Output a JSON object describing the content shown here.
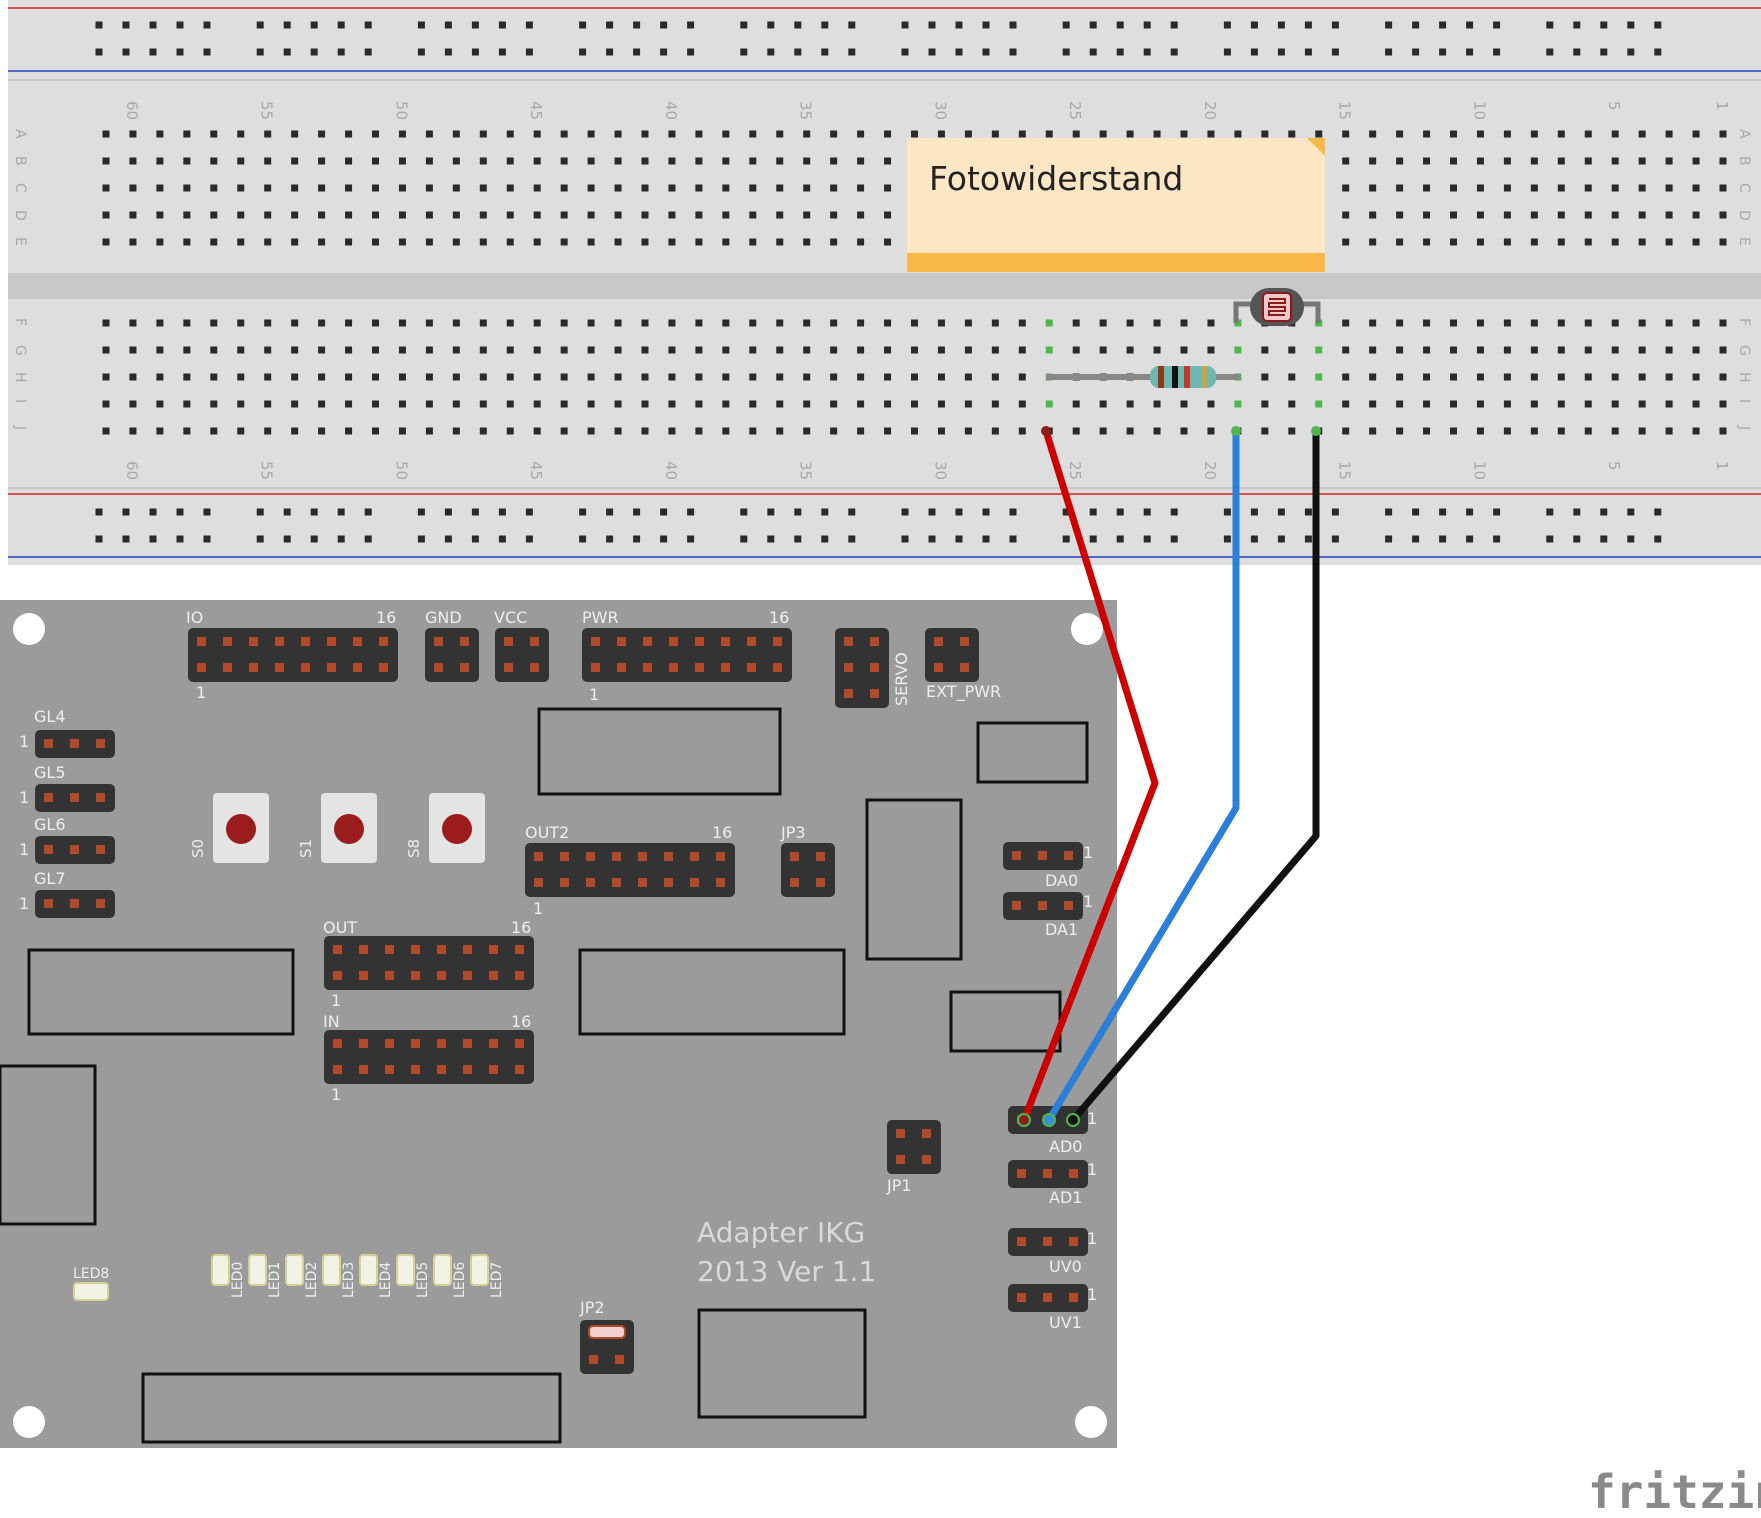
{
  "colors": {
    "breadboard": "#dedede",
    "breadboard_gap": "#c8c8c8",
    "rail_red": "#d62020",
    "rail_blue": "#2040c0",
    "hole": "#2a2a2a",
    "active_hole": "#4cb84c",
    "pcb": "#9b9b9b",
    "header": "#333333",
    "pin": "#b04a2a",
    "wire_red": "#cc0000",
    "wire_blue": "#2b7fd8",
    "wire_black": "#111111",
    "note_fill": "#fde6c4",
    "note_band": "#f8b948",
    "button_cap": "#9b1c1c"
  },
  "breadboard": {
    "column_numbers": [
      "60",
      "55",
      "50",
      "45",
      "40",
      "35",
      "30",
      "25",
      "20",
      "15",
      "10",
      "5",
      "1"
    ],
    "rows_top": [
      "A",
      "B",
      "C",
      "D",
      "E"
    ],
    "rows_bottom": [
      "F",
      "G",
      "H",
      "I",
      "J"
    ]
  },
  "note": {
    "text": "Fotowiderstand"
  },
  "components": {
    "photoresistor": "photoresistor",
    "resistor": "resistor"
  },
  "adapter": {
    "title_line1": "Adapter IKG",
    "title_line2": "2013 Ver 1.1",
    "headers": {
      "io": "IO",
      "gnd": "GND",
      "vcc": "VCC",
      "pwr": "PWR",
      "servo": "SERVO",
      "ext_pwr": "EXT_PWR",
      "out2": "OUT2",
      "jp3": "JP3",
      "out": "OUT",
      "in": "IN",
      "jp1": "JP1",
      "jp2": "JP2",
      "sixteen": "16",
      "one": "1"
    },
    "side_headers": [
      "GL4",
      "GL5",
      "GL6",
      "GL7"
    ],
    "right_headers_top": [
      "DA0",
      "DA1"
    ],
    "right_headers_bottom": [
      "AD0",
      "AD1",
      "UV0",
      "UV1"
    ],
    "buttons": [
      "S0",
      "S1",
      "S8"
    ],
    "leds": [
      "LED0",
      "LED1",
      "LED2",
      "LED3",
      "LED4",
      "LED5",
      "LED6",
      "LED7"
    ],
    "led8": "LED8"
  },
  "wires": [
    "red",
    "blue",
    "black"
  ],
  "brand": "fritzing"
}
